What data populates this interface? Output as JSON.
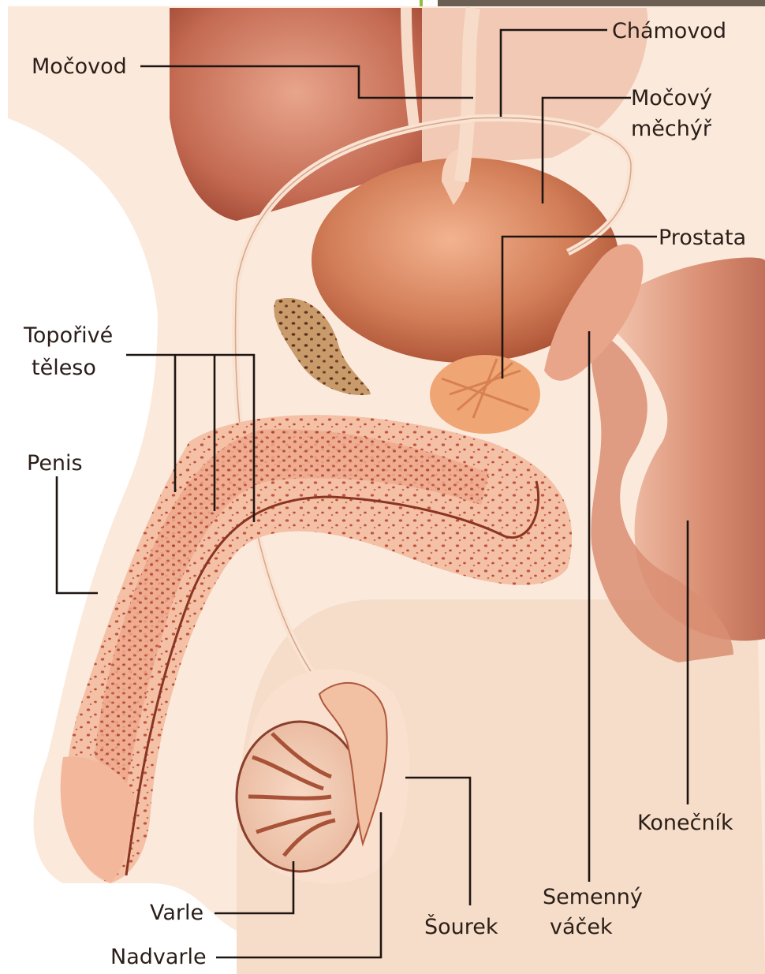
{
  "labels": {
    "mocovod": "Močovod",
    "chamovod": "Chámovod",
    "mocovy_mechyr_line1": "Močový",
    "mocovy_mechyr_line2": "měchýř",
    "prostata": "Prostata",
    "toporive_teleso_line1": "Topořivé",
    "toporive_teleso_line2": "těleso",
    "penis": "Penis",
    "konecnik": "Konečník",
    "semenny_vacek_line1": "Semenný",
    "semenny_vacek_line2": "váček",
    "varle": "Varle",
    "sourek": "Šourek",
    "nadvarle": "Nadvarle"
  },
  "colors": {
    "skin": "#f7e3d2",
    "background": "#fdf7f1",
    "organ": "#d98a68",
    "organ_dark": "#b45a3d",
    "tissue": "#f2b49a",
    "text": "#2a1e18",
    "top_bar": "#6a5f52",
    "accent_green": "#8fbf3a"
  }
}
